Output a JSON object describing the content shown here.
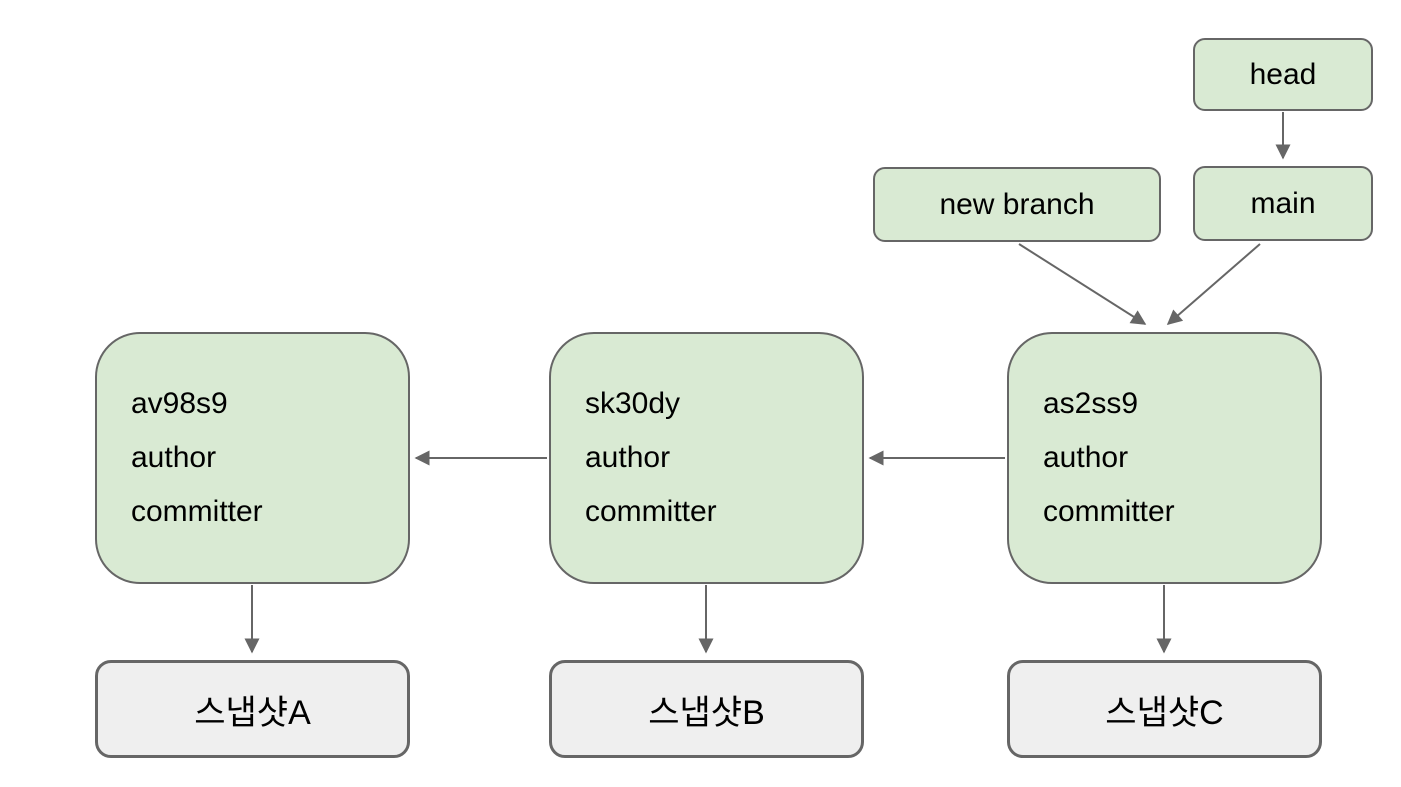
{
  "refs": {
    "head": "head",
    "main": "main",
    "new_branch": "new branch"
  },
  "commits": [
    {
      "hash": "av98s9",
      "author": "author",
      "committer": "committer",
      "snapshot": "스냅샷A"
    },
    {
      "hash": "sk30dy",
      "author": "author",
      "committer": "committer",
      "snapshot": "스냅샷B"
    },
    {
      "hash": "as2ss9",
      "author": "author",
      "committer": "committer",
      "snapshot": "스냅샷C"
    }
  ],
  "colors": {
    "node_fill_green": "#d9ead3",
    "node_fill_gray": "#efefef",
    "border": "#666666",
    "arrow": "#666666",
    "text": "#000000",
    "background": "#ffffff"
  }
}
